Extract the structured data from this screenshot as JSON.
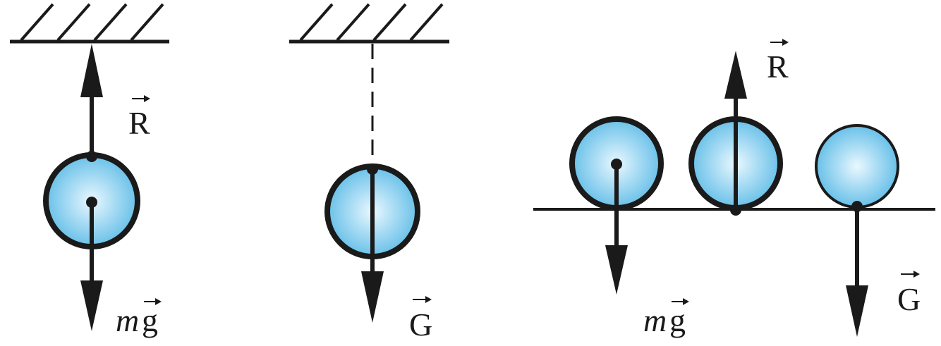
{
  "labels": {
    "panel1_reaction": "R",
    "panel1_weight_m": "m",
    "panel1_weight_g": "g",
    "panel2_gravity": "G",
    "panel3_reaction": "R",
    "panel3_weight_m": "m",
    "panel3_weight_g": "g",
    "panel3_gravity": "G"
  },
  "colors": {
    "line": "#1a1a1a",
    "ball_light": "#e4f5fd",
    "ball_mid": "#9fd8f2",
    "ball_dark": "#5cbbe6"
  }
}
